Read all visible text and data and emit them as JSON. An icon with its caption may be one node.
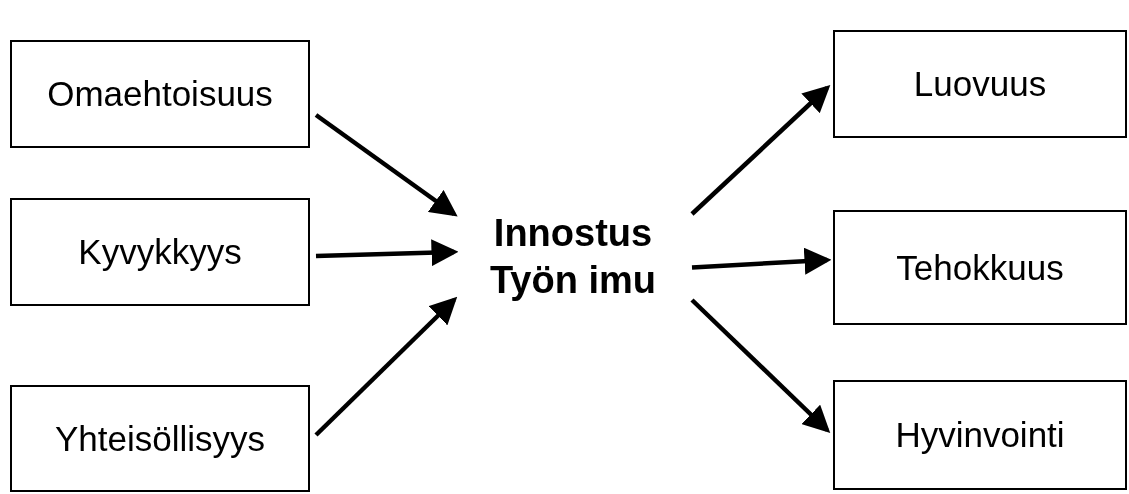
{
  "diagram": {
    "nodes": [
      {
        "text": [
          "Omaehtoisuus"
        ]
      },
      {
        "text": [
          "Kyvykkyys"
        ]
      },
      {
        "text": [
          "Yhteisöllisyys"
        ]
      },
      {
        "text": [
          "Innostus",
          "Työn imu"
        ]
      },
      {
        "text": [
          "Luovuus"
        ]
      },
      {
        "text": [
          "Tehokkuus"
        ]
      },
      {
        "text": [
          "Hyvinvointi"
        ]
      }
    ],
    "edges": [
      {
        "from": 0,
        "to": 3,
        "arrow": "to"
      },
      {
        "from": 1,
        "to": 3,
        "arrow": "to"
      },
      {
        "from": 2,
        "to": 3,
        "arrow": "to"
      },
      {
        "from": 3,
        "to": 4,
        "arrow": "to"
      },
      {
        "from": 3,
        "to": 5,
        "arrow": "to"
      },
      {
        "from": 3,
        "to": 6,
        "arrow": "to"
      }
    ]
  }
}
